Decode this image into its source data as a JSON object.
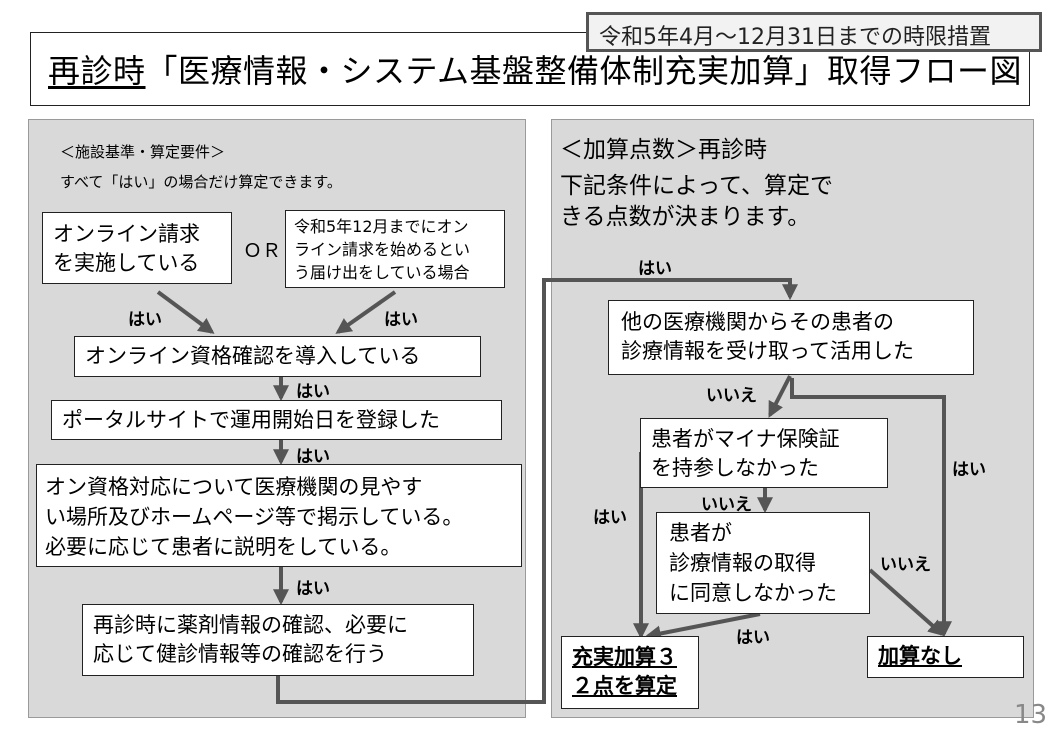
{
  "badge": "令和5年4月～12月31日までの時限措置",
  "title": {
    "underlined": "再診時",
    "rest": "「医療情報・システム基盤整備体制充実加算」取得フロー図"
  },
  "left": {
    "heading": "＜施設基準・算定要件＞",
    "note": "すべて「はい」の場合だけ算定できます。",
    "online_claim": [
      "オンライン請求",
      "を実施している"
    ],
    "or_label": "ＯＲ",
    "plan_claim": [
      "令和5年12月までにオン",
      "ライン請求を始めるとい",
      "う届け出をしている場合"
    ],
    "online_qual": "オンライン資格確認を導入している",
    "portal": "ポータルサイトで運用開始日を登録した",
    "notice": [
      "オン資格対応について医療機関の見やす",
      "い場所及びホームページ等で掲示している。",
      "必要に応じて患者に説明をしている。"
    ],
    "revisit": [
      "再診時に薬剤情報の確認、必要に",
      "応じて健診情報等の確認を行う"
    ]
  },
  "right": {
    "heading": "＜加算点数＞再診時",
    "desc": [
      "下記条件によって、算定で",
      "きる点数が決まります。"
    ],
    "q1": [
      "他の医療機関からその患者の",
      "診療情報を受け取って活用した"
    ],
    "q2": [
      "患者がマイナ保険証",
      "を持参しなかった"
    ],
    "q3": [
      "患者が",
      "診療情報の取得",
      "に同意しなかった"
    ],
    "result_3": [
      "充実加算３",
      "２点を算定"
    ],
    "result_none": "加算なし"
  },
  "labels": {
    "yes": "はい",
    "no": "いいえ"
  },
  "page_number": "13"
}
